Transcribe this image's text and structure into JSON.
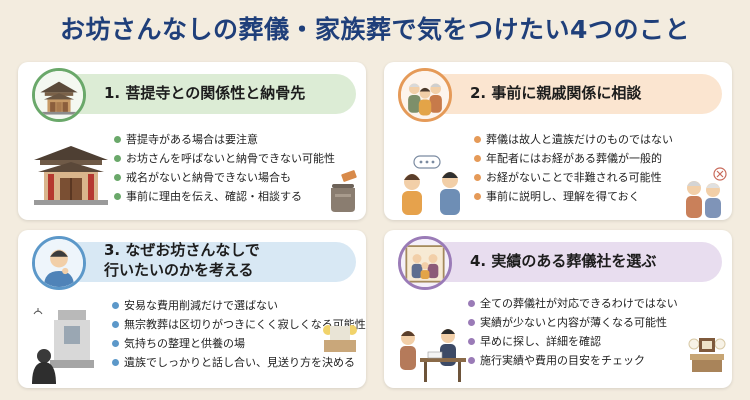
{
  "title": "お坊さんなしの葬儀・家族葬で気をつけたい4つのこと",
  "colors": {
    "title": "#1f3f7a",
    "green": "#6aa86a",
    "orange": "#e59a58",
    "blue": "#5c98c9",
    "purple": "#9a7bb7"
  },
  "cards": [
    {
      "heading": "1. 菩提寺との関係性と納骨先",
      "icon": "temple-icon",
      "items": [
        "菩提寺がある場合は要注意",
        "お坊さんを呼ばないと納骨できない可能性",
        "戒名がないと納骨できない場合も",
        "事前に理由を伝え、確認・相談する"
      ]
    },
    {
      "heading": "2. 事前に親戚関係に相談",
      "icon": "family-group-icon",
      "items": [
        "葬儀は故人と遺族だけのものではない",
        "年配者にはお経がある葬儀が一般的",
        "お経がないことで非難される可能性",
        "事前に説明し、理解を得ておく"
      ]
    },
    {
      "heading_line1": "3. なぜお坊さんなしで",
      "heading_line2": "行いたいのかを考える",
      "icon": "thinking-person-icon",
      "items": [
        "安易な費用削減だけで選ばない",
        "無宗教葬は区切りがつきにくく寂しくなる可能性",
        "気持ちの整理と供養の場",
        "遺族でしっかりと話し合い、見送り方を決める"
      ]
    },
    {
      "heading": "4. 実績のある葬儀社を選ぶ",
      "icon": "family-portrait-icon",
      "items": [
        "全ての葬儀社が対応できるわけではない",
        "実績が少ないと内容が薄くなる可能性",
        "早めに探し、詳細を確認",
        "施行実績や費用の目安をチェック"
      ]
    }
  ]
}
